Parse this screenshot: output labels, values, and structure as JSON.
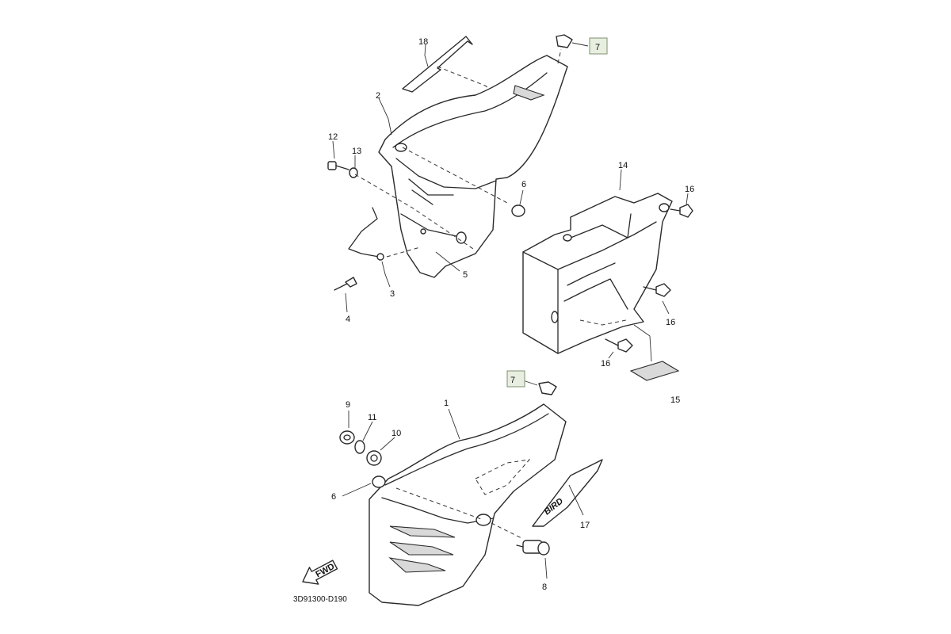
{
  "diagram_code": "3D91300-D190",
  "fwd_text": "FWD",
  "emblem_text": "BIRD",
  "callouts": {
    "c1": "1",
    "c2": "2",
    "c3": "3",
    "c4": "4",
    "c5": "5",
    "c6a": "6",
    "c6b": "6",
    "c7a": "7",
    "c7b": "7",
    "c8": "8",
    "c9": "9",
    "c10": "10",
    "c11": "11",
    "c12": "12",
    "c13": "13",
    "c14": "14",
    "c15": "15",
    "c16a": "16",
    "c16b": "16",
    "c16c": "16",
    "c17": "17",
    "c18": "18"
  }
}
